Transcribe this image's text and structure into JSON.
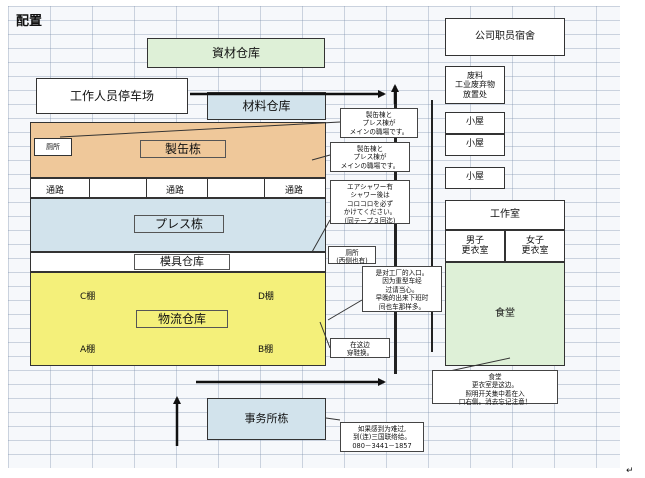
{
  "title": "配置",
  "buildings": {
    "material_warehouse": "資材仓库",
    "staff_parking": "工作人员停车场",
    "raw_material_warehouse": "材料仓库",
    "can_making_building": "製缶栋",
    "toilet_small": "厕所",
    "press_building": "プレス栋",
    "mold_warehouse": "模具仓库",
    "logistics_warehouse": "物流仓库",
    "office_building": "事务所栋",
    "dormitory": "公司职员宿舍",
    "waste_area": "废料\n工业废弃物\n放置处",
    "hut_1": "小屋",
    "hut_2": "小屋",
    "hut_3": "小屋",
    "workshop": "工作室",
    "mens_locker": "男子\n更衣室",
    "womens_locker": "女子\n更衣室",
    "cafeteria": "食堂"
  },
  "passages": [
    "通路",
    "通路",
    "通路"
  ],
  "shelves": {
    "c": "C棚",
    "d": "D棚",
    "a": "A棚",
    "b": "B棚"
  },
  "notes": {
    "main_work_1": "製缶棟と\nプレス棟が\nメインの職場です。",
    "main_work_2": "製缶棟と\nプレス棟が\nメインの職場です。",
    "air_shower": "エアシャワー有\nシャワー後は\nコロコロを必ず\nかけてください。\n(同テープ３回迄)",
    "toilet_west": "厕所\n(西侧也有)",
    "factory_entrance": "是对工厂的入口。\n因为重型车经\n过请当心。\n早晚的出来下班时\n间也车那样多。",
    "change_shoes": "在这边\n穿鞋换。",
    "locker_note": "食堂\n更衣室是这边。\n照明开关集中着在入\n口右侧。消去忘记注意！",
    "contact": "如果感到为难过,\n到(连)三国联络给。\n080－3441－1857"
  },
  "footer_mark": "↵",
  "colors": {
    "can_making": "#efc89a",
    "press": "#d2e3ec",
    "logistics": "#f4f07a",
    "green": "#def0d7",
    "grid": "#7a8caa"
  }
}
